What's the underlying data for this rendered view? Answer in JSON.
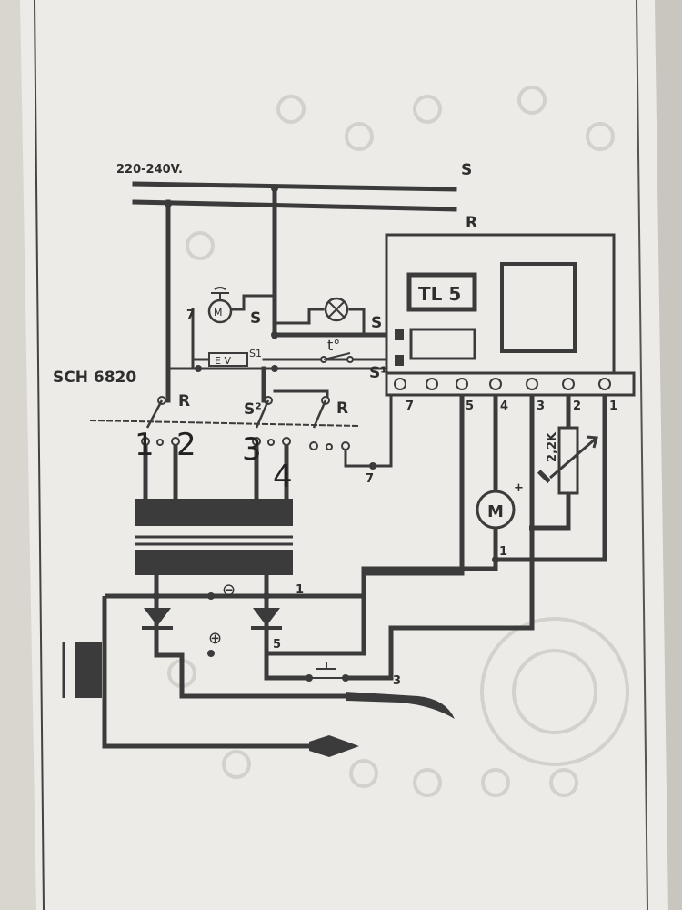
{
  "colors": {
    "paper": "#ecebe7",
    "ink": "#3b3b3b",
    "background": "#d9d6d0"
  },
  "labels": {
    "voltage": "220-240V.",
    "phase_s": "S",
    "phase_r": "R",
    "board": "TL 5",
    "model": "SCH 6820",
    "fan_num": "7",
    "fan_s": "S",
    "lamp_s": "S",
    "ev": "E V",
    "s1_left": "S1",
    "thermo": "t°",
    "s1_right": "S¹",
    "sw_r1": "R",
    "sw_s2": "S²",
    "sw_r2": "R",
    "hand_1": "1",
    "hand_2": "2",
    "hand_3": "3",
    "hand_4": "4",
    "node_7": "7",
    "minus": "⊖",
    "plus": "⊕",
    "wire_1": "1",
    "wire_5": "5",
    "wire_3": "3",
    "motor": "M",
    "motor_plus": "+",
    "motor_1": "1",
    "resistor": "2,2K"
  },
  "terminals": [
    "7",
    "5",
    "4",
    "3",
    "2",
    "1"
  ]
}
